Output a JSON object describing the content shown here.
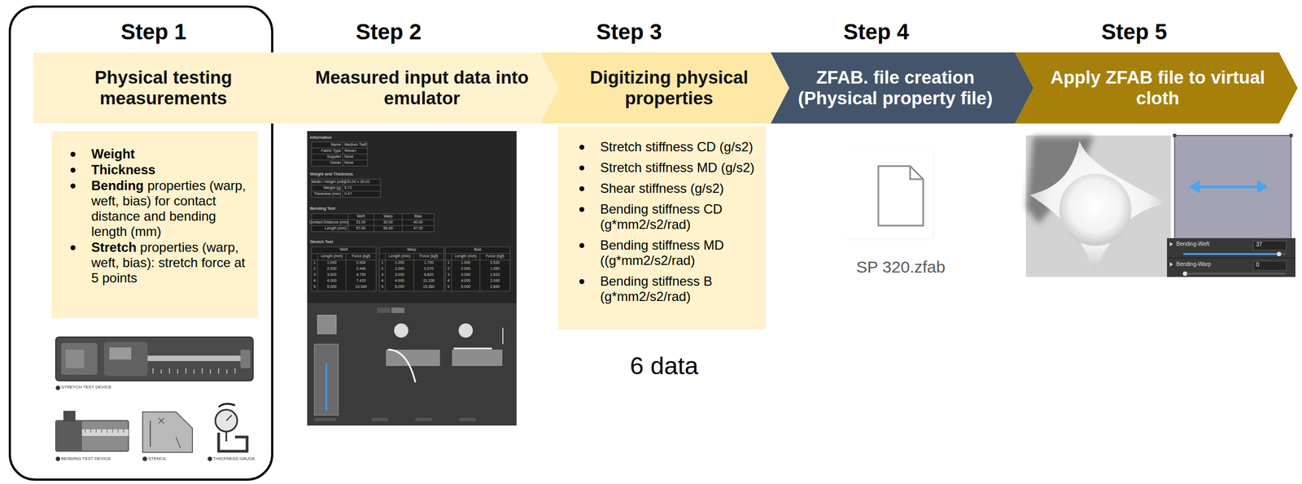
{
  "diagram": {
    "nodes": [
      {
        "text": [
          "Step 1",
          "Physical testing measurements"
        ]
      },
      {
        "text": [
          "Step 2",
          "Measured input data into emulator"
        ]
      },
      {
        "text": [
          "Step 3",
          "Digitizing physical properties"
        ]
      },
      {
        "text": [
          "Step 4",
          "ZFAB. file creation (Physical property file)"
        ]
      },
      {
        "text": [
          "Step 5",
          "Apply ZFAB file to virtual cloth"
        ]
      },
      {
        "text": [
          "Weight",
          "Thickness",
          "Bending properties (warp, weft, bias) for contact distance and bending length (mm)",
          "Stretch properties (warp, weft, bias): stretch force at 5 points"
        ]
      },
      {
        "text": [
          "Stretch stiffness CD (g/s2)",
          "Stretch stiffness MD (g/s2)",
          "Shear stiffness (g/s2)",
          "Bending stiffness CD (g*mm2/s2/rad)",
          "Bending stiffness MD ((g*mm2/s2/rad)",
          "Bending stiffness B (g*mm2/s2/rad)"
        ]
      }
    ],
    "labels": [
      "STRETCH TEST DEVICE",
      "BENDING TEST DEVICE",
      "STENCIL",
      "THICKNESS GAUGE",
      "Information",
      "Name",
      "Medium Twill",
      "Fabric Type",
      "Woven",
      "Supplier",
      "None",
      "Owner",
      "None",
      "Weight and Thickness",
      "Width / Height (mm)",
      "220.00 x 30.00",
      "Weight (g)",
      "5.72",
      "Thickness (mm)",
      "0.47",
      "Bending Test",
      "Weft",
      "Warp",
      "Bias",
      "Contact Distance (mm)",
      "31.00",
      "30.00",
      "40.00",
      "Length (mm)",
      "57.00",
      "56.00",
      "47.00",
      "Stretch Test",
      "Weft",
      "Length (mm)",
      "Force (kgf)",
      "1",
      "1.000",
      "0.900",
      "2",
      "2.000",
      "2.440",
      "3",
      "3.000",
      "4.700",
      "4",
      "4.000",
      "7.410",
      "5",
      "5.000",
      "10.340",
      "Warp",
      "Length (mm)",
      "Force (kgf)",
      "1",
      "1.000",
      "1.700",
      "2",
      "2.000",
      "0.270",
      "3",
      "3.000",
      "6.820",
      "4",
      "4.000",
      "11.230",
      "5",
      "5.000",
      "15.360",
      "Bias",
      "Length (mm)",
      "Force (kgf)",
      "1",
      "1.000",
      "0.530",
      "2",
      "2.000",
      "1.050",
      "3",
      "3.000",
      "1.610",
      "4",
      "4.000",
      "2.090",
      "5",
      "5.000",
      "2.840",
      "6 data",
      "SP 320.zfab",
      "Bending-Weft",
      "37",
      "Bending-Warp",
      "0"
    ]
  }
}
